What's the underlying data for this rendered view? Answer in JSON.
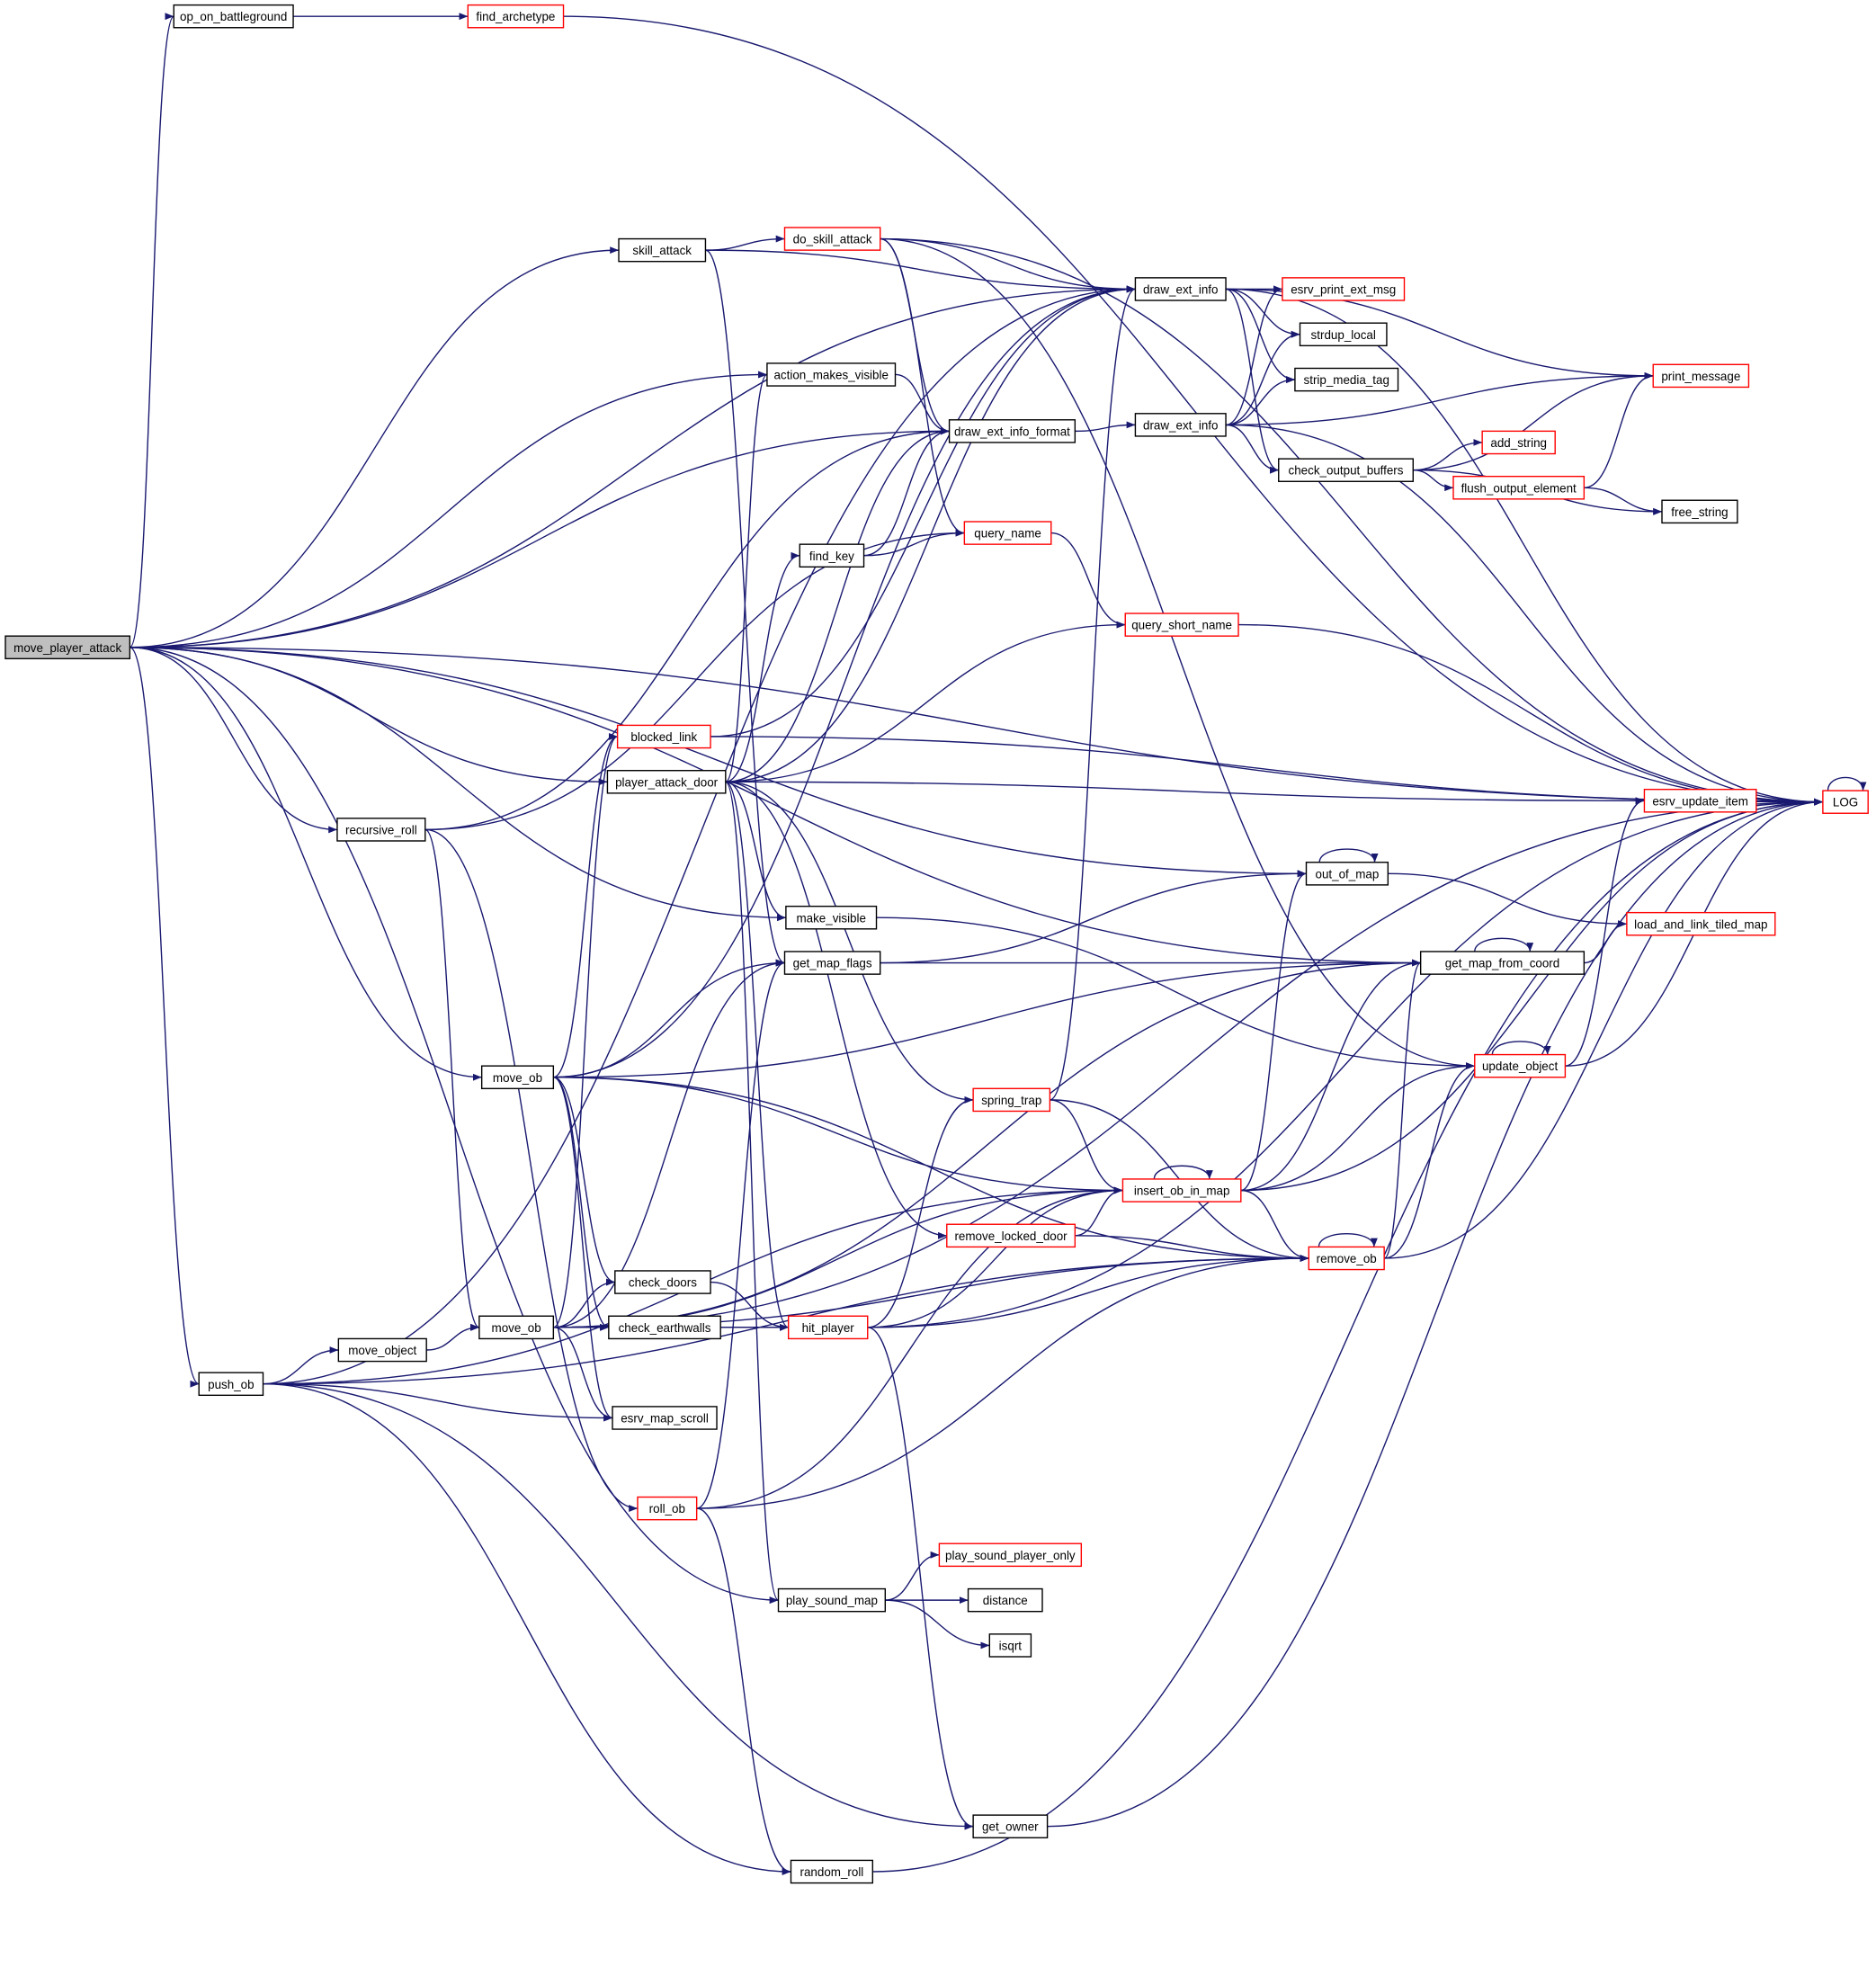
{
  "colors": {
    "edge": "#191970",
    "normal_border": "#000000",
    "external_border": "#ff0000",
    "root_fill": "#bfbfbf"
  },
  "nodes": [
    {
      "id": "move_player_attack",
      "label": "move_player_attack",
      "style": "root"
    },
    {
      "id": "op_on_battleground",
      "label": "op_on_battleground",
      "style": "normal"
    },
    {
      "id": "find_archetype",
      "label": "find_archetype",
      "style": "red"
    },
    {
      "id": "skill_attack",
      "label": "skill_attack",
      "style": "normal"
    },
    {
      "id": "do_skill_attack",
      "label": "do_skill_attack",
      "style": "red"
    },
    {
      "id": "draw_ext_info",
      "label": "draw_ext_info",
      "style": "normal"
    },
    {
      "id": "esrv_print_ext_msg",
      "label": "esrv_print_ext_msg",
      "style": "red"
    },
    {
      "id": "strdup_local",
      "label": "strdup_local",
      "style": "normal"
    },
    {
      "id": "strip_media_tag",
      "label": "strip_media_tag",
      "style": "normal"
    },
    {
      "id": "print_message",
      "label": "print_message",
      "style": "red"
    },
    {
      "id": "action_makes_visible",
      "label": "action_makes_visible",
      "style": "normal"
    },
    {
      "id": "draw_ext_info_format",
      "label": "draw_ext_info_format",
      "style": "normal"
    },
    {
      "id": "draw_ext_info_2",
      "label": "draw_ext_info",
      "style": "normal"
    },
    {
      "id": "check_output_buffers",
      "label": "check_output_buffers",
      "style": "normal"
    },
    {
      "id": "add_string",
      "label": "add_string",
      "style": "red"
    },
    {
      "id": "flush_output_element",
      "label": "flush_output_element",
      "style": "red"
    },
    {
      "id": "free_string",
      "label": "free_string",
      "style": "normal"
    },
    {
      "id": "find_key",
      "label": "find_key",
      "style": "normal"
    },
    {
      "id": "query_name",
      "label": "query_name",
      "style": "red"
    },
    {
      "id": "query_short_name",
      "label": "query_short_name",
      "style": "red"
    },
    {
      "id": "blocked_link",
      "label": "blocked_link",
      "style": "red"
    },
    {
      "id": "player_attack_door",
      "label": "player_attack_door",
      "style": "normal"
    },
    {
      "id": "esrv_update_item",
      "label": "esrv_update_item",
      "style": "red"
    },
    {
      "id": "LOG",
      "label": "LOG",
      "style": "red"
    },
    {
      "id": "recursive_roll",
      "label": "recursive_roll",
      "style": "normal"
    },
    {
      "id": "out_of_map",
      "label": "out_of_map",
      "style": "normal"
    },
    {
      "id": "make_visible",
      "label": "make_visible",
      "style": "normal"
    },
    {
      "id": "load_and_link_tiled_map",
      "label": "load_and_link_tiled_map",
      "style": "red"
    },
    {
      "id": "get_map_flags",
      "label": "get_map_flags",
      "style": "normal"
    },
    {
      "id": "get_map_from_coord",
      "label": "get_map_from_coord",
      "style": "normal"
    },
    {
      "id": "move_ob_1",
      "label": "move_ob",
      "style": "normal"
    },
    {
      "id": "update_object",
      "label": "update_object",
      "style": "red"
    },
    {
      "id": "spring_trap",
      "label": "spring_trap",
      "style": "red"
    },
    {
      "id": "insert_ob_in_map",
      "label": "insert_ob_in_map",
      "style": "red"
    },
    {
      "id": "remove_locked_door",
      "label": "remove_locked_door",
      "style": "red"
    },
    {
      "id": "remove_ob",
      "label": "remove_ob",
      "style": "red"
    },
    {
      "id": "check_doors",
      "label": "check_doors",
      "style": "normal"
    },
    {
      "id": "move_ob_2",
      "label": "move_ob",
      "style": "normal"
    },
    {
      "id": "check_earthwalls",
      "label": "check_earthwalls",
      "style": "normal"
    },
    {
      "id": "hit_player",
      "label": "hit_player",
      "style": "red"
    },
    {
      "id": "move_object",
      "label": "move_object",
      "style": "normal"
    },
    {
      "id": "push_ob",
      "label": "push_ob",
      "style": "normal"
    },
    {
      "id": "esrv_map_scroll",
      "label": "esrv_map_scroll",
      "style": "normal"
    },
    {
      "id": "roll_ob",
      "label": "roll_ob",
      "style": "red"
    },
    {
      "id": "play_sound_player_only",
      "label": "play_sound_player_only",
      "style": "red"
    },
    {
      "id": "play_sound_map",
      "label": "play_sound_map",
      "style": "normal"
    },
    {
      "id": "distance",
      "label": "distance",
      "style": "normal"
    },
    {
      "id": "isqrt",
      "label": "isqrt",
      "style": "normal"
    },
    {
      "id": "get_owner",
      "label": "get_owner",
      "style": "normal"
    },
    {
      "id": "random_roll",
      "label": "random_roll",
      "style": "normal"
    }
  ],
  "edges": [
    [
      "move_player_attack",
      "op_on_battleground"
    ],
    [
      "move_player_attack",
      "skill_attack"
    ],
    [
      "move_player_attack",
      "action_makes_visible"
    ],
    [
      "move_player_attack",
      "draw_ext_info_format"
    ],
    [
      "move_player_attack",
      "player_attack_door"
    ],
    [
      "move_player_attack",
      "make_visible"
    ],
    [
      "move_player_attack",
      "out_of_map"
    ],
    [
      "move_player_attack",
      "get_map_from_coord"
    ],
    [
      "move_player_attack",
      "recursive_roll"
    ],
    [
      "move_player_attack",
      "move_ob_1"
    ],
    [
      "move_player_attack",
      "push_ob"
    ],
    [
      "move_player_attack",
      "play_sound_map"
    ],
    [
      "move_player_attack",
      "LOG"
    ],
    [
      "move_player_attack",
      "draw_ext_info"
    ],
    [
      "op_on_battleground",
      "find_archetype"
    ],
    [
      "find_archetype",
      "LOG"
    ],
    [
      "skill_attack",
      "do_skill_attack"
    ],
    [
      "skill_attack",
      "draw_ext_info"
    ],
    [
      "skill_attack",
      "get_map_flags"
    ],
    [
      "do_skill_attack",
      "draw_ext_info"
    ],
    [
      "do_skill_attack",
      "draw_ext_info_format"
    ],
    [
      "do_skill_attack",
      "query_name"
    ],
    [
      "do_skill_attack",
      "LOG"
    ],
    [
      "do_skill_attack",
      "update_object"
    ],
    [
      "draw_ext_info",
      "esrv_print_ext_msg"
    ],
    [
      "draw_ext_info",
      "strdup_local"
    ],
    [
      "draw_ext_info",
      "strip_media_tag"
    ],
    [
      "draw_ext_info",
      "check_output_buffers"
    ],
    [
      "draw_ext_info",
      "print_message"
    ],
    [
      "draw_ext_info",
      "LOG"
    ],
    [
      "draw_ext_info_2",
      "esrv_print_ext_msg"
    ],
    [
      "draw_ext_info_2",
      "strdup_local"
    ],
    [
      "draw_ext_info_2",
      "strip_media_tag"
    ],
    [
      "draw_ext_info_2",
      "print_message"
    ],
    [
      "draw_ext_info_2",
      "check_output_buffers"
    ],
    [
      "draw_ext_info_2",
      "LOG"
    ],
    [
      "draw_ext_info_format",
      "draw_ext_info_2"
    ],
    [
      "check_output_buffers",
      "add_string"
    ],
    [
      "check_output_buffers",
      "flush_output_element"
    ],
    [
      "check_output_buffers",
      "print_message"
    ],
    [
      "check_output_buffers",
      "free_string"
    ],
    [
      "flush_output_element",
      "print_message"
    ],
    [
      "flush_output_element",
      "free_string"
    ],
    [
      "action_makes_visible",
      "draw_ext_info_format"
    ],
    [
      "find_key",
      "query_name"
    ],
    [
      "find_key",
      "draw_ext_info_format"
    ],
    [
      "query_name",
      "query_short_name"
    ],
    [
      "query_short_name",
      "LOG"
    ],
    [
      "blocked_link",
      "draw_ext_info"
    ],
    [
      "blocked_link",
      "LOG"
    ],
    [
      "player_attack_door",
      "find_key"
    ],
    [
      "player_attack_door",
      "action_makes_visible"
    ],
    [
      "player_attack_door",
      "draw_ext_info_format"
    ],
    [
      "player_attack_door",
      "draw_ext_info"
    ],
    [
      "player_attack_door",
      "query_short_name"
    ],
    [
      "player_attack_door",
      "esrv_update_item"
    ],
    [
      "player_attack_door",
      "make_visible"
    ],
    [
      "player_attack_door",
      "spring_trap"
    ],
    [
      "player_attack_door",
      "remove_locked_door"
    ],
    [
      "player_attack_door",
      "hit_player"
    ],
    [
      "player_attack_door",
      "play_sound_map"
    ],
    [
      "esrv_update_item",
      "LOG"
    ],
    [
      "LOG",
      "LOG"
    ],
    [
      "recursive_roll",
      "draw_ext_info_format"
    ],
    [
      "recursive_roll",
      "query_name"
    ],
    [
      "recursive_roll",
      "move_ob_2"
    ],
    [
      "recursive_roll",
      "roll_ob"
    ],
    [
      "out_of_map",
      "out_of_map"
    ],
    [
      "out_of_map",
      "load_and_link_tiled_map"
    ],
    [
      "make_visible",
      "update_object"
    ],
    [
      "get_map_flags",
      "out_of_map"
    ],
    [
      "get_map_flags",
      "get_map_from_coord"
    ],
    [
      "get_map_from_coord",
      "get_map_from_coord"
    ],
    [
      "get_map_from_coord",
      "load_and_link_tiled_map"
    ],
    [
      "move_ob_1",
      "draw_ext_info"
    ],
    [
      "move_ob_1",
      "get_map_flags"
    ],
    [
      "move_ob_1",
      "get_map_from_coord"
    ],
    [
      "move_ob_1",
      "insert_ob_in_map"
    ],
    [
      "move_ob_1",
      "remove_ob"
    ],
    [
      "move_ob_1",
      "check_doors"
    ],
    [
      "move_ob_1",
      "check_earthwalls"
    ],
    [
      "move_ob_1",
      "esrv_map_scroll"
    ],
    [
      "move_ob_1",
      "blocked_link"
    ],
    [
      "update_object",
      "update_object"
    ],
    [
      "update_object",
      "esrv_update_item"
    ],
    [
      "update_object",
      "LOG"
    ],
    [
      "spring_trap",
      "draw_ext_info"
    ],
    [
      "spring_trap",
      "insert_ob_in_map"
    ],
    [
      "spring_trap",
      "remove_ob"
    ],
    [
      "insert_ob_in_map",
      "insert_ob_in_map"
    ],
    [
      "insert_ob_in_map",
      "out_of_map"
    ],
    [
      "insert_ob_in_map",
      "get_map_from_coord"
    ],
    [
      "insert_ob_in_map",
      "update_object"
    ],
    [
      "insert_ob_in_map",
      "remove_ob"
    ],
    [
      "insert_ob_in_map",
      "LOG"
    ],
    [
      "remove_locked_door",
      "insert_ob_in_map"
    ],
    [
      "remove_locked_door",
      "remove_ob"
    ],
    [
      "remove_ob",
      "remove_ob"
    ],
    [
      "remove_ob",
      "update_object"
    ],
    [
      "remove_ob",
      "get_map_from_coord"
    ],
    [
      "remove_ob",
      "LOG"
    ],
    [
      "check_doors",
      "hit_player"
    ],
    [
      "check_earthwalls",
      "hit_player"
    ],
    [
      "move_ob_2",
      "check_doors"
    ],
    [
      "move_ob_2",
      "check_earthwalls"
    ],
    [
      "move_ob_2",
      "hit_player"
    ],
    [
      "move_ob_2",
      "esrv_map_scroll"
    ],
    [
      "move_ob_2",
      "get_map_flags"
    ],
    [
      "move_ob_2",
      "blocked_link"
    ],
    [
      "move_ob_2",
      "insert_ob_in_map"
    ],
    [
      "move_ob_2",
      "get_map_from_coord"
    ],
    [
      "move_ob_2",
      "remove_ob"
    ],
    [
      "move_ob_2",
      "LOG"
    ],
    [
      "hit_player",
      "spring_trap"
    ],
    [
      "hit_player",
      "insert_ob_in_map"
    ],
    [
      "hit_player",
      "remove_ob"
    ],
    [
      "hit_player",
      "get_owner"
    ],
    [
      "hit_player",
      "LOG"
    ],
    [
      "move_object",
      "move_ob_2"
    ],
    [
      "push_ob",
      "move_object"
    ],
    [
      "push_ob",
      "esrv_map_scroll"
    ],
    [
      "push_ob",
      "insert_ob_in_map"
    ],
    [
      "push_ob",
      "draw_ext_info"
    ],
    [
      "push_ob",
      "remove_ob"
    ],
    [
      "push_ob",
      "get_owner"
    ],
    [
      "push_ob",
      "random_roll"
    ],
    [
      "roll_ob",
      "get_map_flags"
    ],
    [
      "roll_ob",
      "insert_ob_in_map"
    ],
    [
      "roll_ob",
      "remove_ob"
    ],
    [
      "roll_ob",
      "random_roll"
    ],
    [
      "play_sound_map",
      "play_sound_player_only"
    ],
    [
      "play_sound_map",
      "distance"
    ],
    [
      "play_sound_map",
      "isqrt"
    ],
    [
      "get_owner",
      "LOG"
    ],
    [
      "random_roll",
      "LOG"
    ]
  ]
}
